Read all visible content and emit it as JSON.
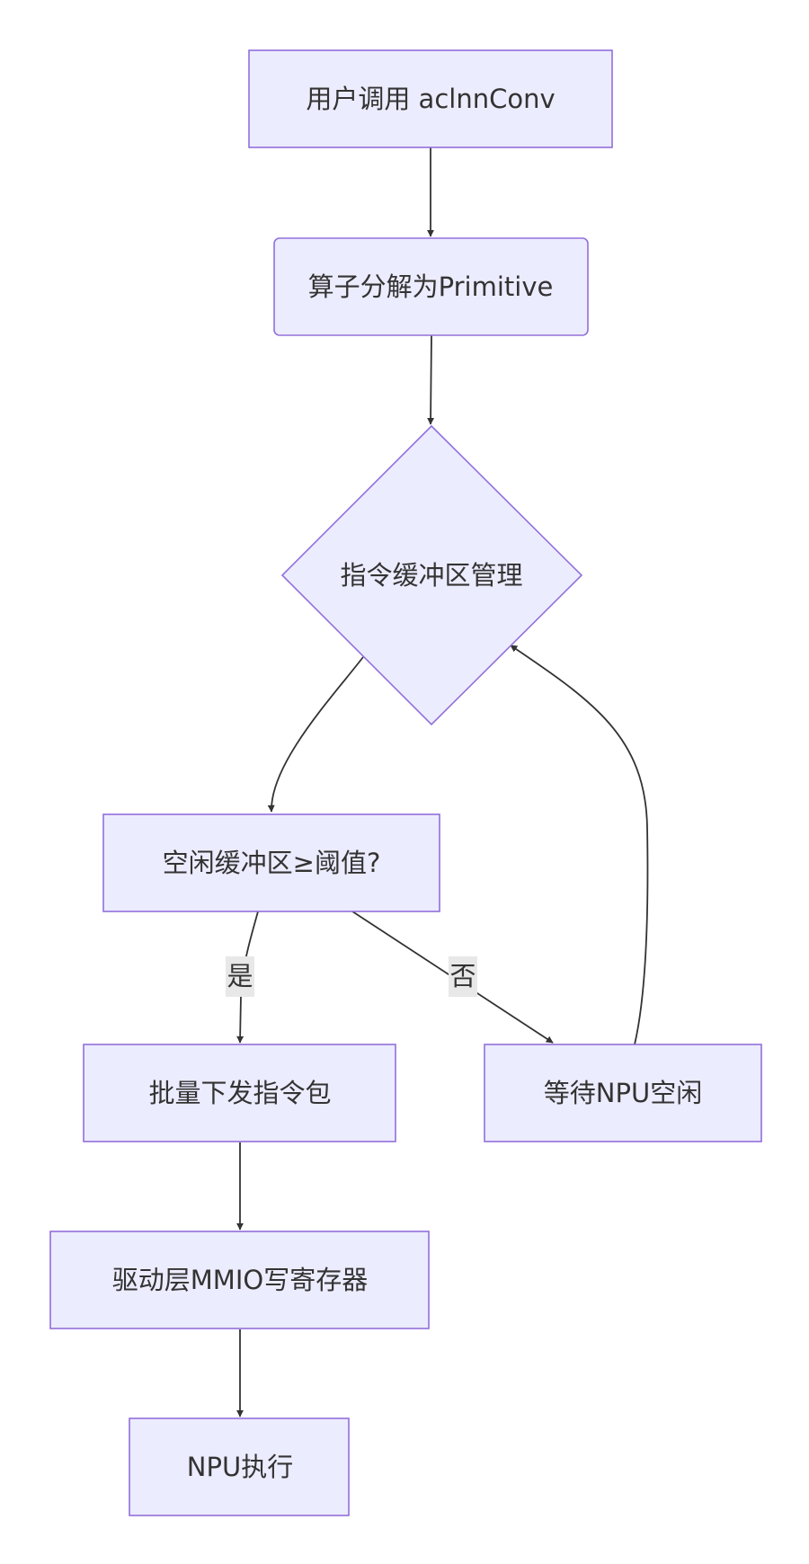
{
  "nodes": {
    "call": "用户调用 aclnnConv",
    "decompose": "算子分解为Primitive",
    "buffer_mgmt": "指令缓冲区管理",
    "threshold_check": "空闲缓冲区≥阈值?",
    "batch_dispatch": "批量下发指令包",
    "wait_idle": "等待NPU空闲",
    "mmio_write": "驱动层MMIO写寄存器",
    "npu_exec": "NPU执行"
  },
  "edges": {
    "yes_label": "是",
    "no_label": "否"
  },
  "colors": {
    "node_fill": "#ececff",
    "node_stroke": "#9370db",
    "edge_stroke": "#333333",
    "edge_label_bg": "#e8e8e8",
    "text": "#333333"
  }
}
